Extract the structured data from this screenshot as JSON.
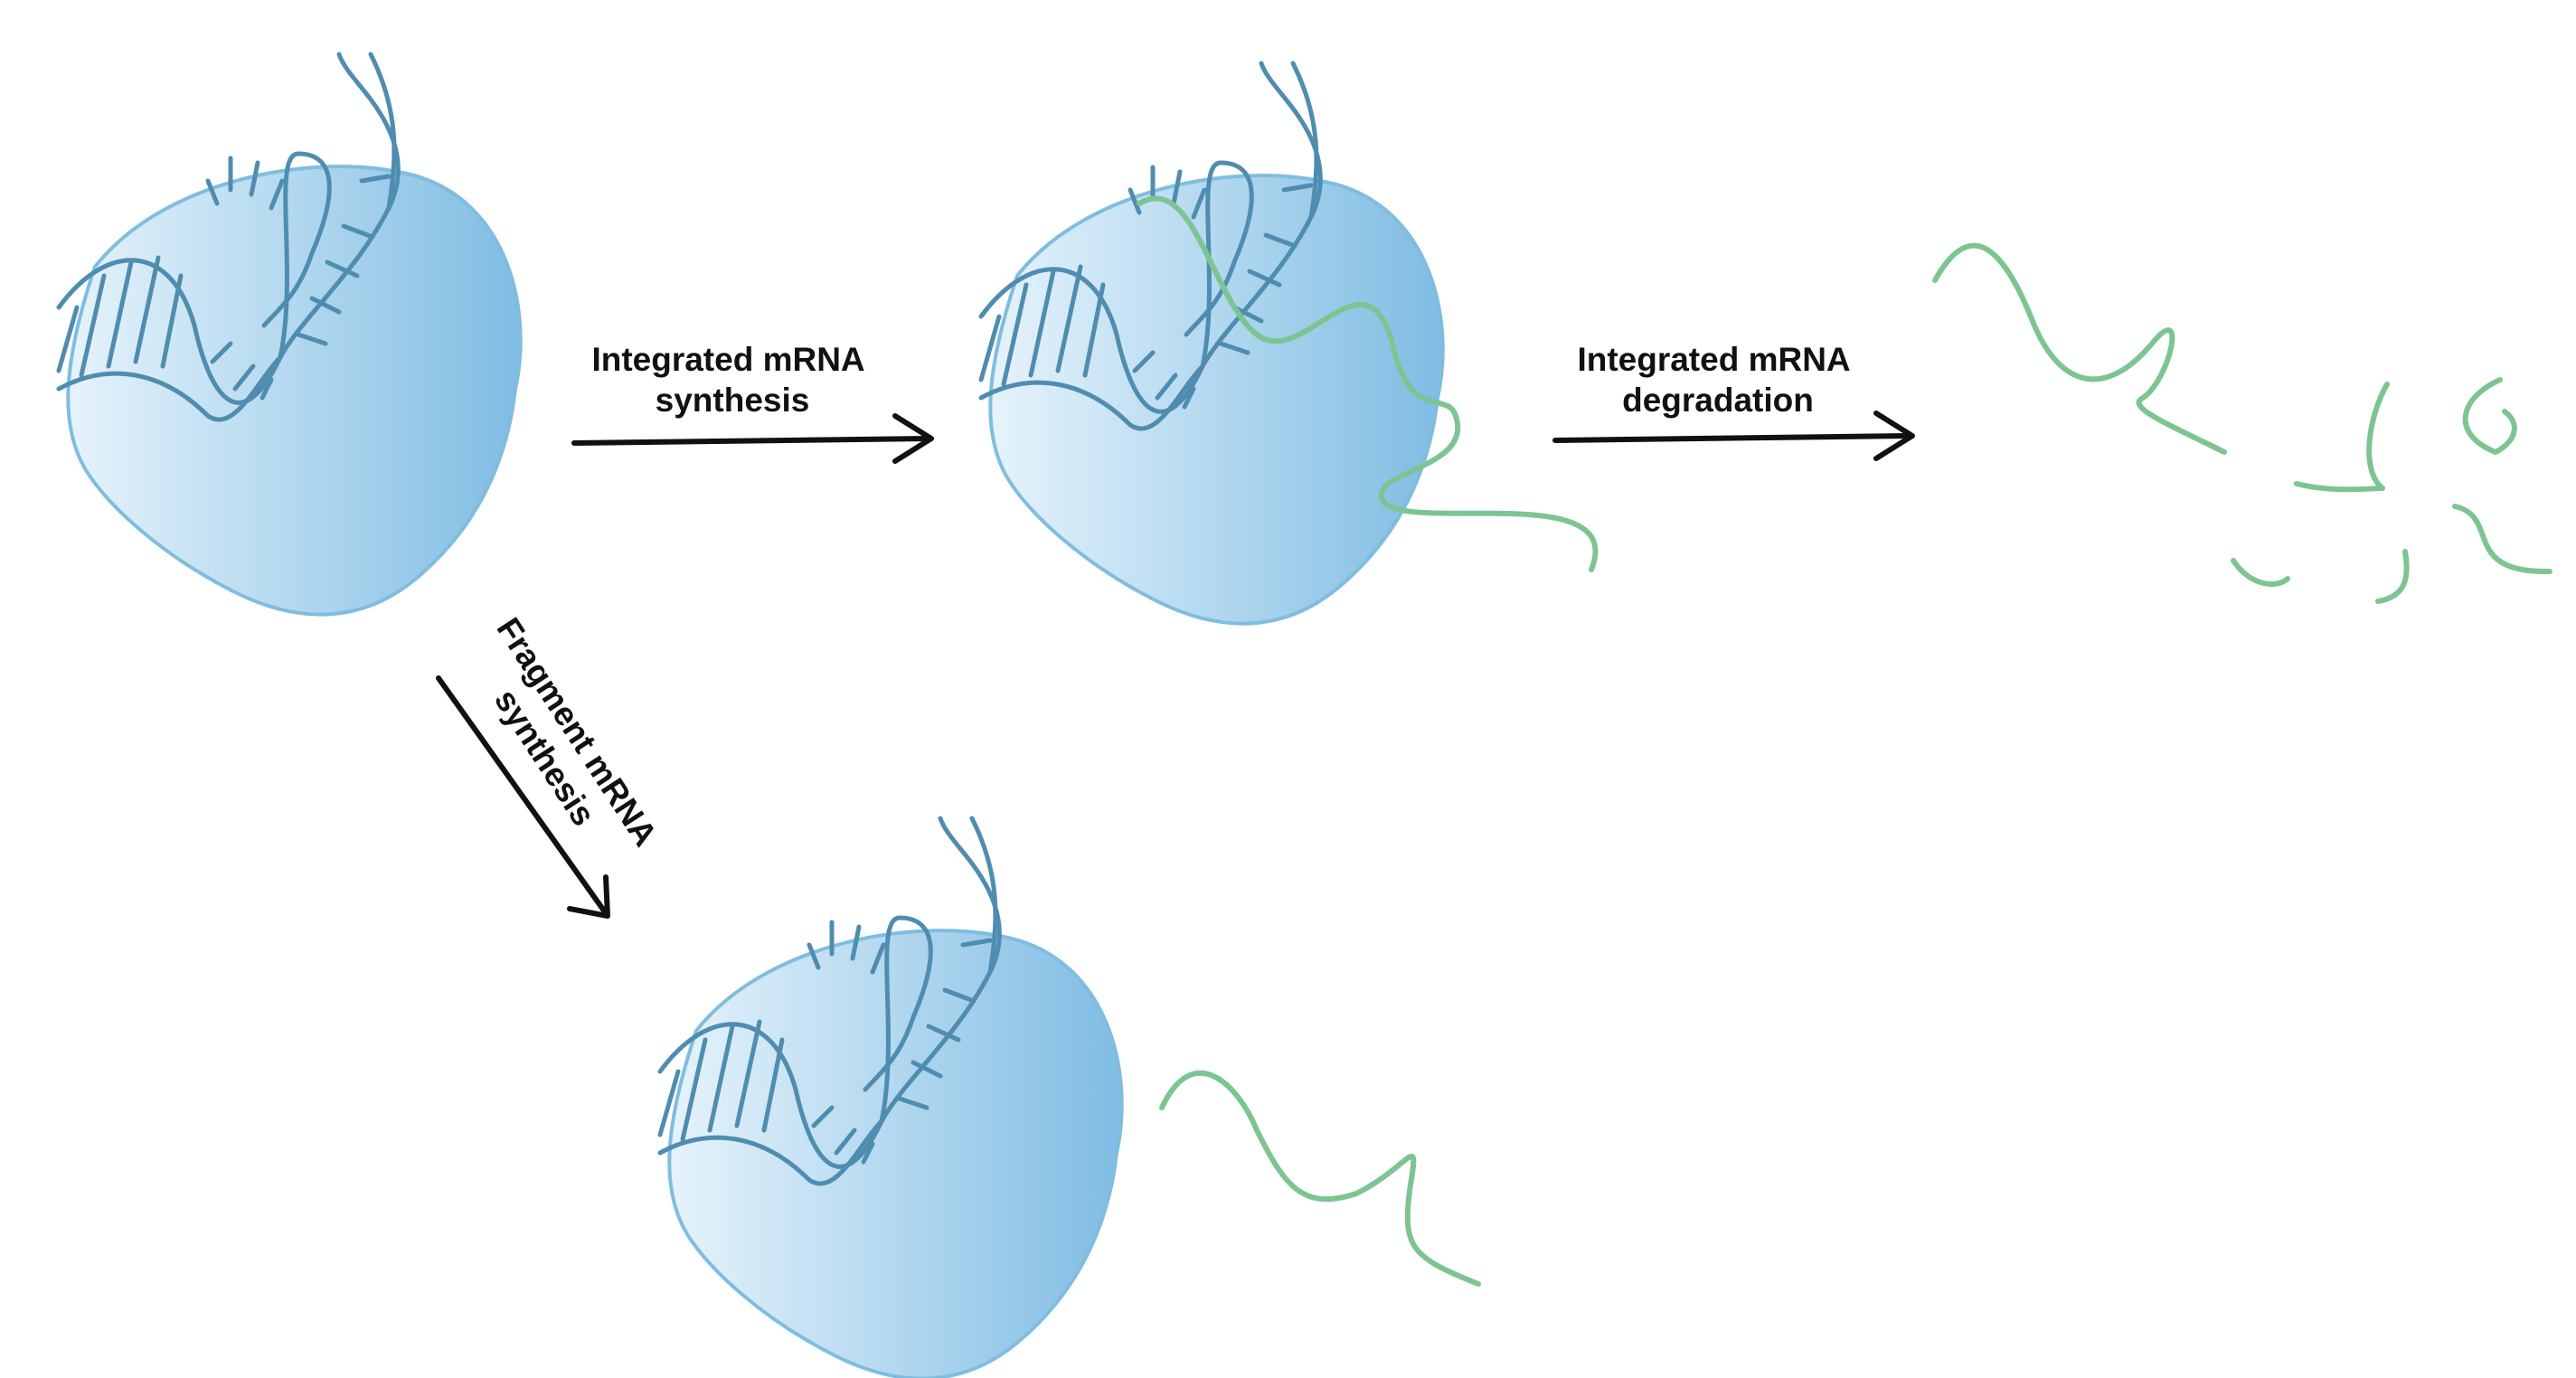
{
  "labels": {
    "synthesis": [
      "Integrated mRNA",
      "synthesis"
    ],
    "degradation": [
      "Integrated mRNA",
      "degradation"
    ],
    "fragment": [
      "Fragment mRNA",
      "synthesis"
    ]
  },
  "colors": {
    "body_light": "#e6f3fb",
    "body_dark": "#7fbce3",
    "body_stroke": "#7fbde0",
    "dna": "#4f8db0",
    "rna": "#7cc592",
    "arrow": "#111111"
  }
}
